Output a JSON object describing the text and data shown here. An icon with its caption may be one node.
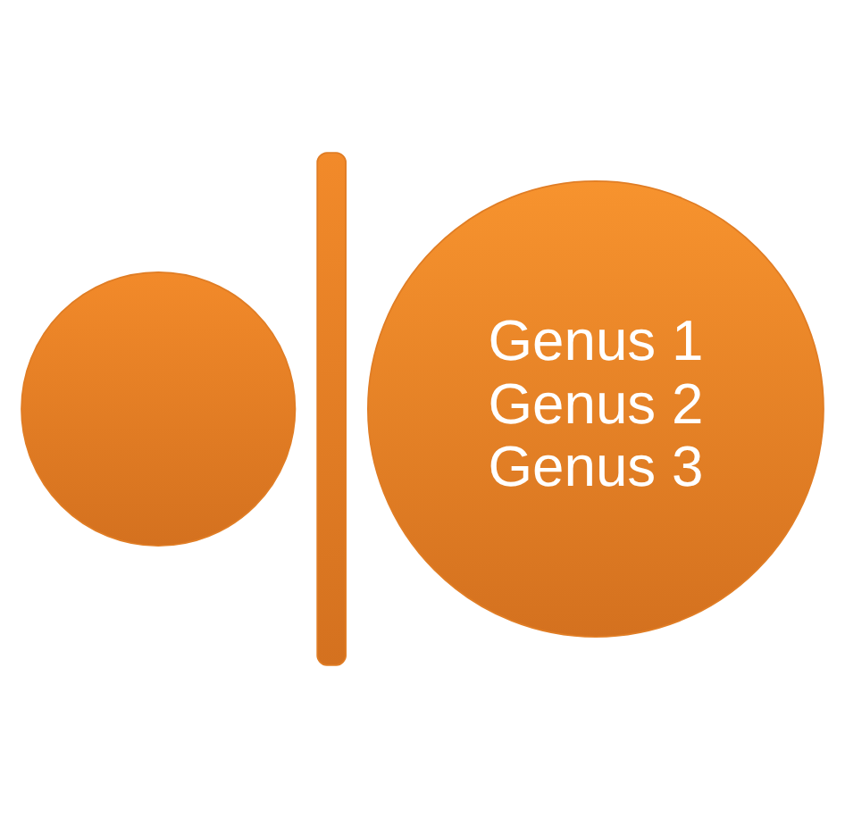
{
  "diagram": {
    "nodes": [
      {
        "text": [],
        "shape": "circle"
      },
      {
        "text": [],
        "shape": "arc"
      },
      {
        "text": [
          "Genus 1",
          "Genus 2",
          "Genus 3"
        ]
      }
    ]
  }
}
